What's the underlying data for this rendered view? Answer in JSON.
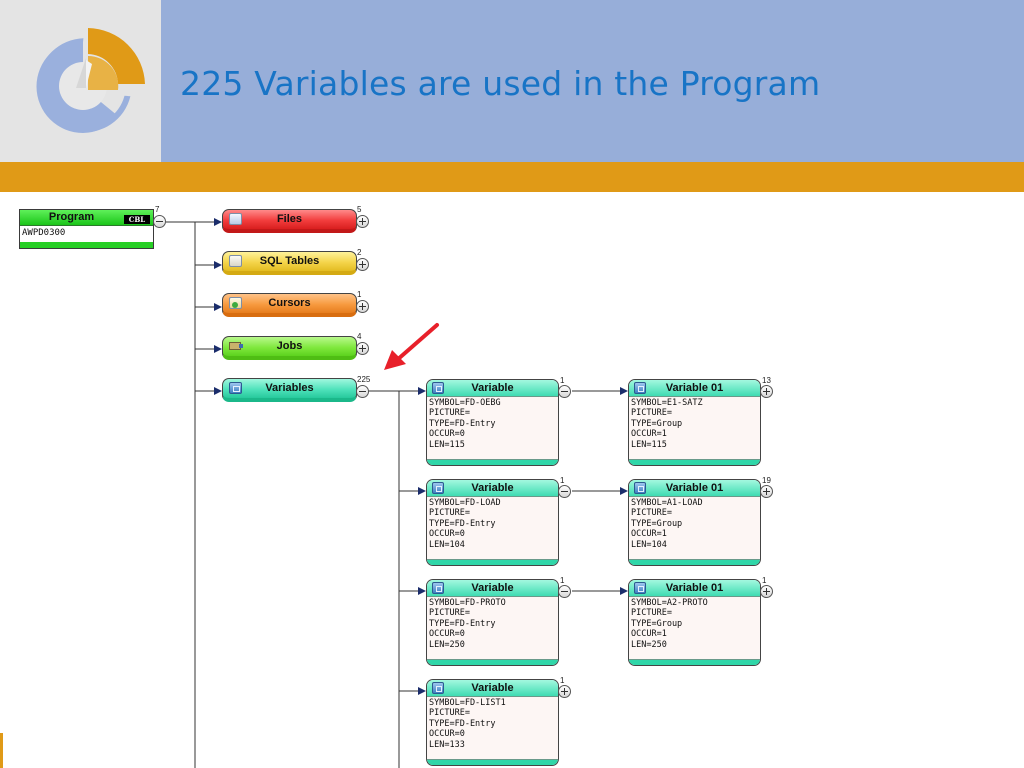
{
  "slide": {
    "title": "225 Variables are used in the Program"
  },
  "colors": {
    "title_text": "#1874c6",
    "header_bg": "#97aed9",
    "accent_band": "#e09a17",
    "logo_panel": "#e4e4e4",
    "annotation_arrow": "#e8202a"
  },
  "program": {
    "label": "Program",
    "tag": "CBL",
    "name": "AWPD0300",
    "count": "7"
  },
  "categories": [
    {
      "label": "Files",
      "count": "5",
      "icon": "floppy-disk-icon"
    },
    {
      "label": "SQL Tables",
      "count": "2",
      "icon": "document-icon"
    },
    {
      "label": "Cursors",
      "count": "1",
      "icon": "cursor-icon"
    },
    {
      "label": "Jobs",
      "count": "4",
      "icon": "truck-icon"
    },
    {
      "label": "Variables",
      "count": "225",
      "icon": "variable-icon"
    }
  ],
  "variables": [
    {
      "label": "Variable",
      "count": "1",
      "lines": [
        "SYMBOL=FD-OEBG",
        "PICTURE=",
        "TYPE=FD-Entry",
        "OCCUR=0",
        "LEN=115"
      ],
      "child": {
        "label": "Variable 01",
        "count": "13",
        "lines": [
          "SYMBOL=E1-SATZ",
          "PICTURE=",
          "TYPE=Group",
          "OCCUR=1",
          "LEN=115"
        ]
      }
    },
    {
      "label": "Variable",
      "count": "1",
      "lines": [
        "SYMBOL=FD-LOAD",
        "PICTURE=",
        "TYPE=FD-Entry",
        "OCCUR=0",
        "LEN=104"
      ],
      "child": {
        "label": "Variable 01",
        "count": "19",
        "lines": [
          "SYMBOL=A1-LOAD",
          "PICTURE=",
          "TYPE=Group",
          "OCCUR=1",
          "LEN=104"
        ]
      }
    },
    {
      "label": "Variable",
      "count": "1",
      "lines": [
        "SYMBOL=FD-PROTO",
        "PICTURE=",
        "TYPE=FD-Entry",
        "OCCUR=0",
        "LEN=250"
      ],
      "child": {
        "label": "Variable 01",
        "count": "1",
        "lines": [
          "SYMBOL=A2-PROTO",
          "PICTURE=",
          "TYPE=Group",
          "OCCUR=1",
          "LEN=250"
        ]
      }
    },
    {
      "label": "Variable",
      "count": "1",
      "lines": [
        "SYMBOL=FD-LIST1",
        "PICTURE=",
        "TYPE=FD-Entry",
        "OCCUR=0",
        "LEN=133"
      ]
    }
  ]
}
